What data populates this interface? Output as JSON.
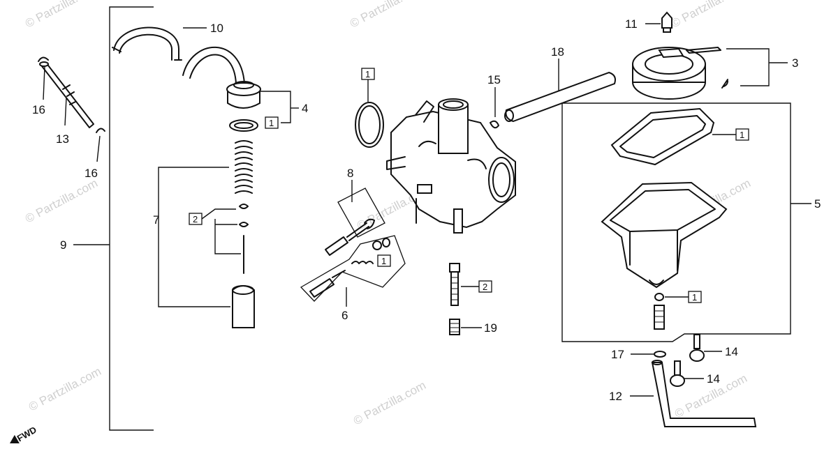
{
  "callouts": {
    "c1": "1",
    "c2": "2",
    "c3": "3",
    "c4": "4",
    "c5": "5",
    "c6": "6",
    "c7": "7",
    "c8": "8",
    "c9": "9",
    "c10": "10",
    "c11": "11",
    "c12": "12",
    "c13": "13",
    "c14": "14",
    "c16": "16",
    "c15": "15",
    "c17": "17",
    "c18": "18",
    "c19": "19"
  },
  "boxed": {
    "one": "1",
    "two": "2"
  },
  "watermark": "© Partzilla.com",
  "fwd": "FWD"
}
